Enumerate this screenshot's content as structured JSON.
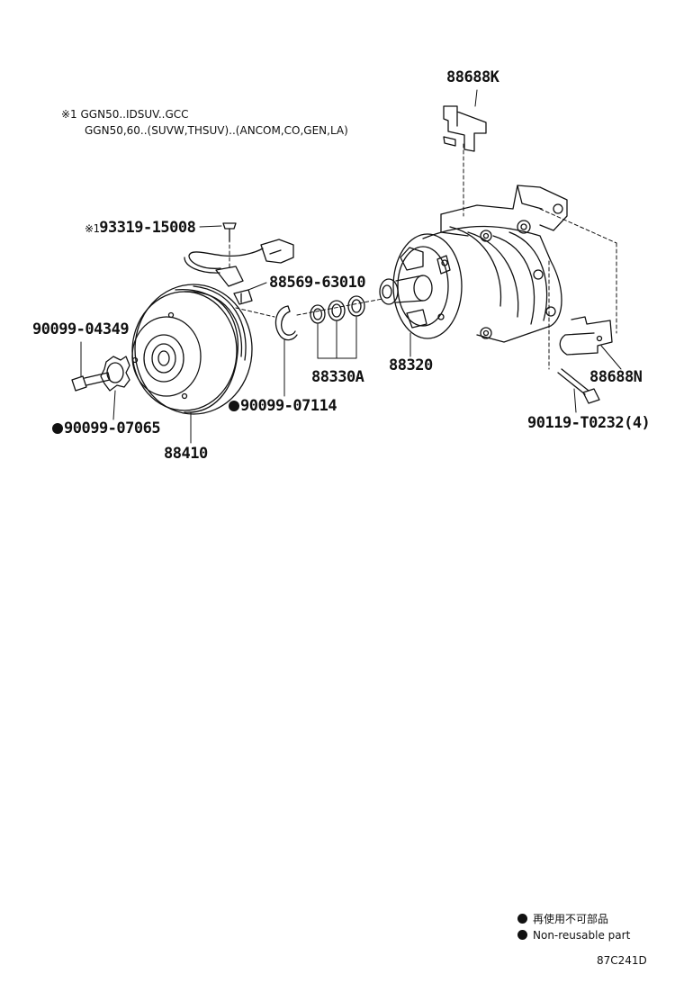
{
  "notes": {
    "line1": "※1 GGN50..IDSUV..GCC",
    "line2": "GGN50,60..(SUVW,THSUV)..(ANCOM,CO,GEN,LA)"
  },
  "parts": {
    "p88688K": "88688K",
    "p93319": "93319-15008",
    "p93319_mark": "※1",
    "p88569": "88569-63010",
    "p90099_04349": "90099-04349",
    "p88330A": "88330A",
    "p88320": "88320",
    "p88688N": "88688N",
    "p90099_07114": "90099-07114",
    "p90119": "90119-T0232(4)",
    "p90099_07065": "90099-07065",
    "p88410": "88410"
  },
  "legend": {
    "jp": "再使用不可部品",
    "en": "Non-reusable part"
  },
  "diagram_code": "87C241D"
}
